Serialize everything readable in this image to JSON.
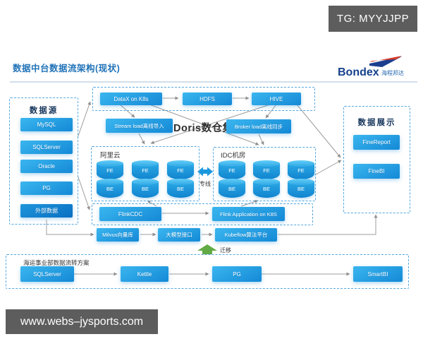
{
  "watermarks": {
    "top": "TG: MYYJJPP",
    "bottom": "www.webs–jysports.com"
  },
  "header": {
    "title": "数据中台数据流架构(现状)",
    "brand": "Bondex",
    "brand_cn": "海程邦达"
  },
  "data_source": {
    "title": "数据源",
    "items": [
      "MySQL",
      "SQLServer",
      "Oracle",
      "PG",
      "外部数据"
    ]
  },
  "ingest": {
    "items": [
      "DataX on K8s",
      "HDFS",
      "HIVE"
    ]
  },
  "doris": {
    "title": "Doris数仓集市",
    "stream_load": "Stream load离线导入",
    "broker_load": "Broker load离线同步",
    "aliyun_title": "阿里云",
    "idc_title": "IDC机房",
    "link_label": "专线",
    "fe_label": "FE",
    "be_label": "BE"
  },
  "flink": {
    "cdc": "FlinkCDC",
    "app": "Flink Application on K8S"
  },
  "ml": {
    "items": [
      "Milvus向量库",
      "大模型接口",
      "Kubeflow算法平台"
    ]
  },
  "migration_label": "迁移",
  "legacy": {
    "title": "海运事业部数据流转方案",
    "items": [
      "SQLServer",
      "Kettle",
      "PG",
      "SmartBI"
    ]
  },
  "display": {
    "title": "数据展示",
    "items": [
      "FineReport",
      "FineBI"
    ]
  },
  "colors": {
    "accent_blue": "#1489d6",
    "dashed_border": "#55a8e2",
    "green_arrow": "#62aa46",
    "title_blue": "#2173b8"
  }
}
